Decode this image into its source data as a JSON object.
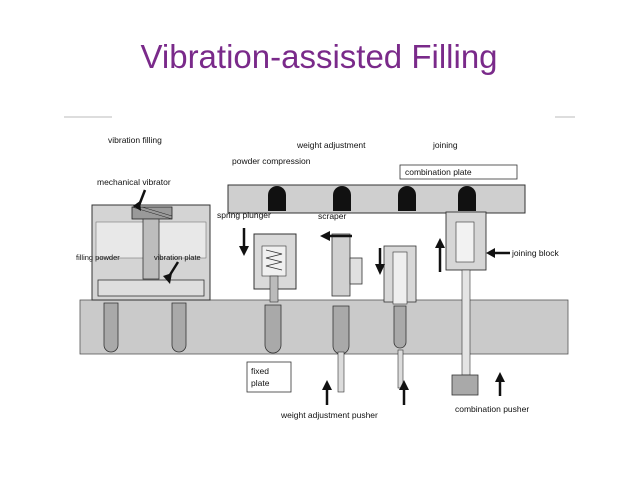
{
  "slide": {
    "title": "Vibration-assisted Filling"
  },
  "diagram": {
    "labels": {
      "vibration_filling": "vibration filling",
      "weight_adjustment": "weight adjustment",
      "joining": "joining",
      "powder_compression": "powder compression",
      "combination_plate": "combination plate",
      "mechanical_vibrator": "mechanical vibrator",
      "spring_plunger": "spring plunger",
      "scraper": "scraper",
      "filling_powder": "filling powder",
      "vibration_plate": "vibration plate",
      "joining_block": "joining block",
      "fixed_plate_line1": "fixed",
      "fixed_plate_line2": "plate",
      "weight_adjustment_pusher": "weight adjustment pusher",
      "combination_pusher": "combination pusher"
    },
    "colors": {
      "title": "#7a2a8a",
      "background_block": "#c8c8c8",
      "line": "#111111",
      "capsule": "#a0a0a0",
      "knob": "#111111"
    }
  }
}
